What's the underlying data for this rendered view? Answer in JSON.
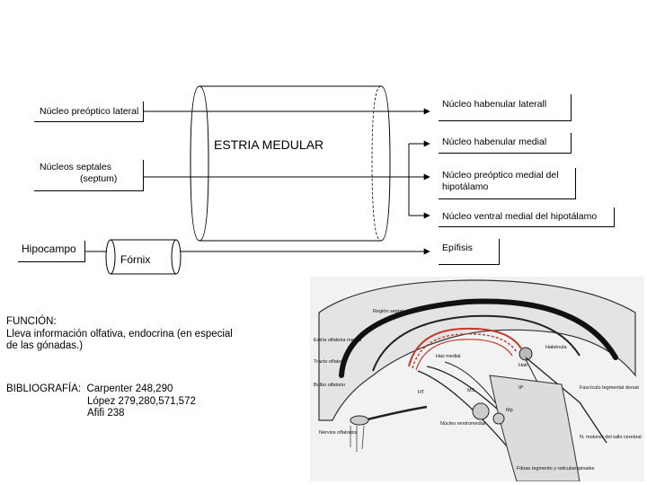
{
  "inputs": {
    "preoptic_lateral": "Núcleo preóptico lateral",
    "septal_line1": "Núcleos septales",
    "septal_line2": "(septum)",
    "hippocampus": "Hipocampo"
  },
  "tract_label": "ESTRIA MEDULAR",
  "fornix_label": "Fórnix",
  "outputs": {
    "habenular_lateral": "Núcleo habenular laterall",
    "habenular_medial": "Núcleo habenular medial",
    "preoptic_medial_line1": "Núcleo preóptico medial del",
    "preoptic_medial_line2": "hipotálamo",
    "ventromedial": "Núcleo ventral medial del hipotálamo",
    "epiphysis": "Epífisis"
  },
  "function": {
    "line1": "FUNCIÓN:",
    "line2": "Lleva información olfativa, endocrina (en especial",
    "line3": "de las gónadas.)"
  },
  "bibliography": {
    "line1": "BIBLIOGRAFÍA:  Carpenter 248,290",
    "line2": "López 279,280,571,572",
    "line3": "Afifi 238"
  },
  "figure_labels": {
    "region_septal": "Región septal",
    "estria_medular": "Estría olfatoria medial",
    "tracto_olfatorio": "Tracto olfatorio",
    "bulbo_olfatorio": "Bulbo olfatorio",
    "nervio_olfatorio": "Nervios olfatorios",
    "habenula": "Habénula",
    "haz_medial": "Haz medial",
    "fasciculo_tegmental": "Fascículo tegmental dorsal",
    "n_motores": "N. motores del tallo cerebral",
    "fibras": "Fibras tegmento y reticuloespinales",
    "ms": "MS",
    "mp": "Mp",
    "ip": "IP",
    "ht": "HT",
    "hab_label": "Hab",
    "nucleo_ventromedial": "Núcleo ventromedial"
  }
}
